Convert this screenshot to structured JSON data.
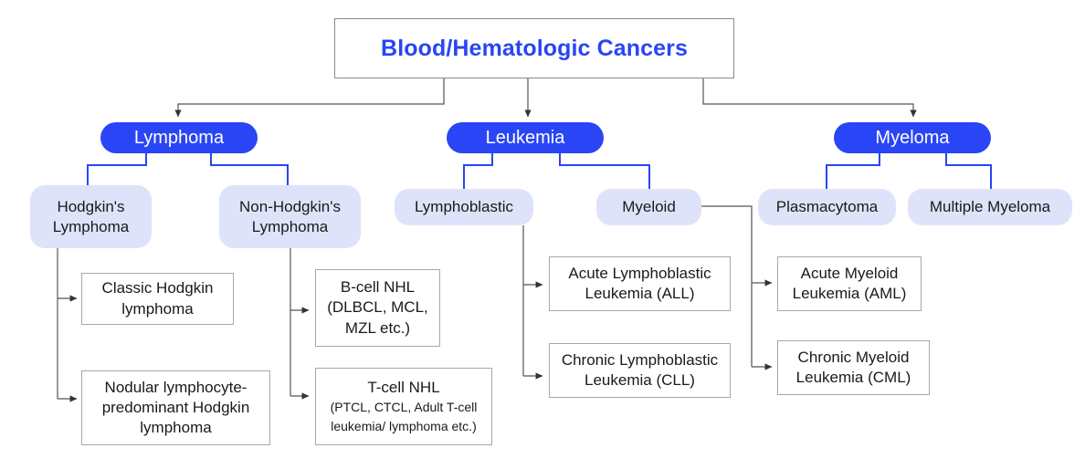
{
  "diagram": {
    "title": "Blood/Hematologic Cancers",
    "colors": {
      "accent_blue": "#2945f5",
      "pill_light": "#dfe3fa",
      "leaf_border": "#a8a8a8",
      "root_border": "#8a8a8a",
      "connector_gray": "#555555",
      "connector_blue": "#2945f5",
      "text_dark": "#1a1a1a",
      "background": "#ffffff"
    }
  },
  "root": {
    "label": "Blood/Hematologic Cancers"
  },
  "categories": [
    {
      "id": "lymphoma",
      "label": "Lymphoma"
    },
    {
      "id": "leukemia",
      "label": "Leukemia"
    },
    {
      "id": "myeloma",
      "label": "Myeloma"
    }
  ],
  "subtypes": [
    {
      "id": "hodgkins",
      "line1": "Hodgkin's",
      "line2": "Lymphoma"
    },
    {
      "id": "non-hodgkins",
      "line1": "Non-Hodgkin's",
      "line2": "Lymphoma"
    },
    {
      "id": "lymphoblastic",
      "line1": "Lymphoblastic",
      "line2": ""
    },
    {
      "id": "myeloid",
      "line1": "Myeloid",
      "line2": ""
    },
    {
      "id": "plasmacytoma",
      "line1": "Plasmacytoma",
      "line2": ""
    },
    {
      "id": "multiple-myeloma",
      "line1": "Multiple Myeloma",
      "line2": ""
    }
  ],
  "leaves": [
    {
      "id": "classic-hodgkin",
      "title": "Classic Hodgkin lymphoma",
      "sub": ""
    },
    {
      "id": "nodular-lymphocyte-predominant",
      "title": "Nodular lymphocyte-predominant Hodgkin lymphoma",
      "sub": ""
    },
    {
      "id": "b-cell-nhl",
      "title": "B-cell NHL (DLBCL, MCL, MZL etc.)",
      "sub": ""
    },
    {
      "id": "t-cell-nhl",
      "title": "T-cell NHL",
      "sub": "(PTCL, CTCL, Adult T-cell leukemia/ lymphoma etc.)"
    },
    {
      "id": "all",
      "title": "Acute Lymphoblastic Leukemia (ALL)",
      "sub": ""
    },
    {
      "id": "cll",
      "title": "Chronic Lymphoblastic Leukemia (CLL)",
      "sub": ""
    },
    {
      "id": "aml",
      "title": "Acute Myeloid Leukemia (AML)",
      "sub": ""
    },
    {
      "id": "cml",
      "title": "Chronic Myeloid Leukemia (CML)",
      "sub": ""
    }
  ]
}
